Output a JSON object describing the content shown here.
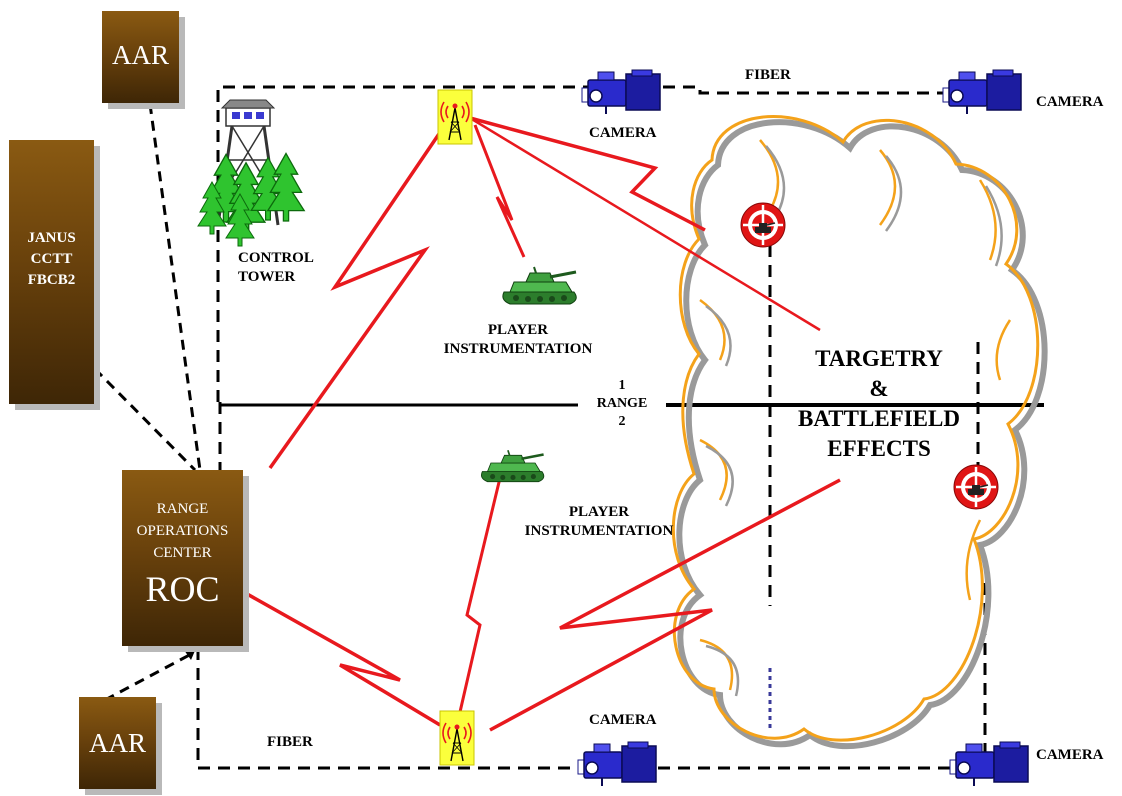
{
  "boxes": {
    "aar_top": "AAR",
    "aar_bottom": "AAR",
    "systems": [
      "JANUS",
      "CCTT",
      "FBCB2"
    ],
    "roc": [
      "RANGE",
      "OPERATIONS",
      "CENTER"
    ],
    "roc_abbrev": "ROC"
  },
  "labels": {
    "fiber_top": "FIBER",
    "fiber_bottom": "FIBER",
    "camera_top_mid": "CAMERA",
    "camera_top_right": "CAMERA",
    "camera_bottom_mid": "CAMERA",
    "camera_bottom_right": "CAMERA",
    "control_tower": [
      "CONTROL",
      "TOWER"
    ],
    "player_instr_1": [
      "PLAYER",
      "INSTRUMENTATION"
    ],
    "player_instr_2": [
      "PLAYER",
      "INSTRUMENTATION"
    ],
    "range_divider": [
      "1",
      "RANGE",
      "2"
    ],
    "cloud_text": [
      "TARGETRY",
      "&",
      "BATTLEFIELD",
      "EFFECTS"
    ]
  },
  "colors": {
    "box_brown": "#6a420c",
    "link_red": "#e8191e",
    "antenna_yellow": "#fbff3c",
    "tank_green": "#3aa03a",
    "tree_green": "#2fc42f",
    "cloud_orange": "#f4a21a",
    "cloud_gray": "#9a9a9a",
    "camera_blue": "#2a2acc",
    "target_red": "#e01515"
  },
  "icons": [
    "tower-icon",
    "tree-icon",
    "antenna-icon",
    "tank-icon",
    "camera-icon",
    "target-icon",
    "cloud-icon"
  ]
}
